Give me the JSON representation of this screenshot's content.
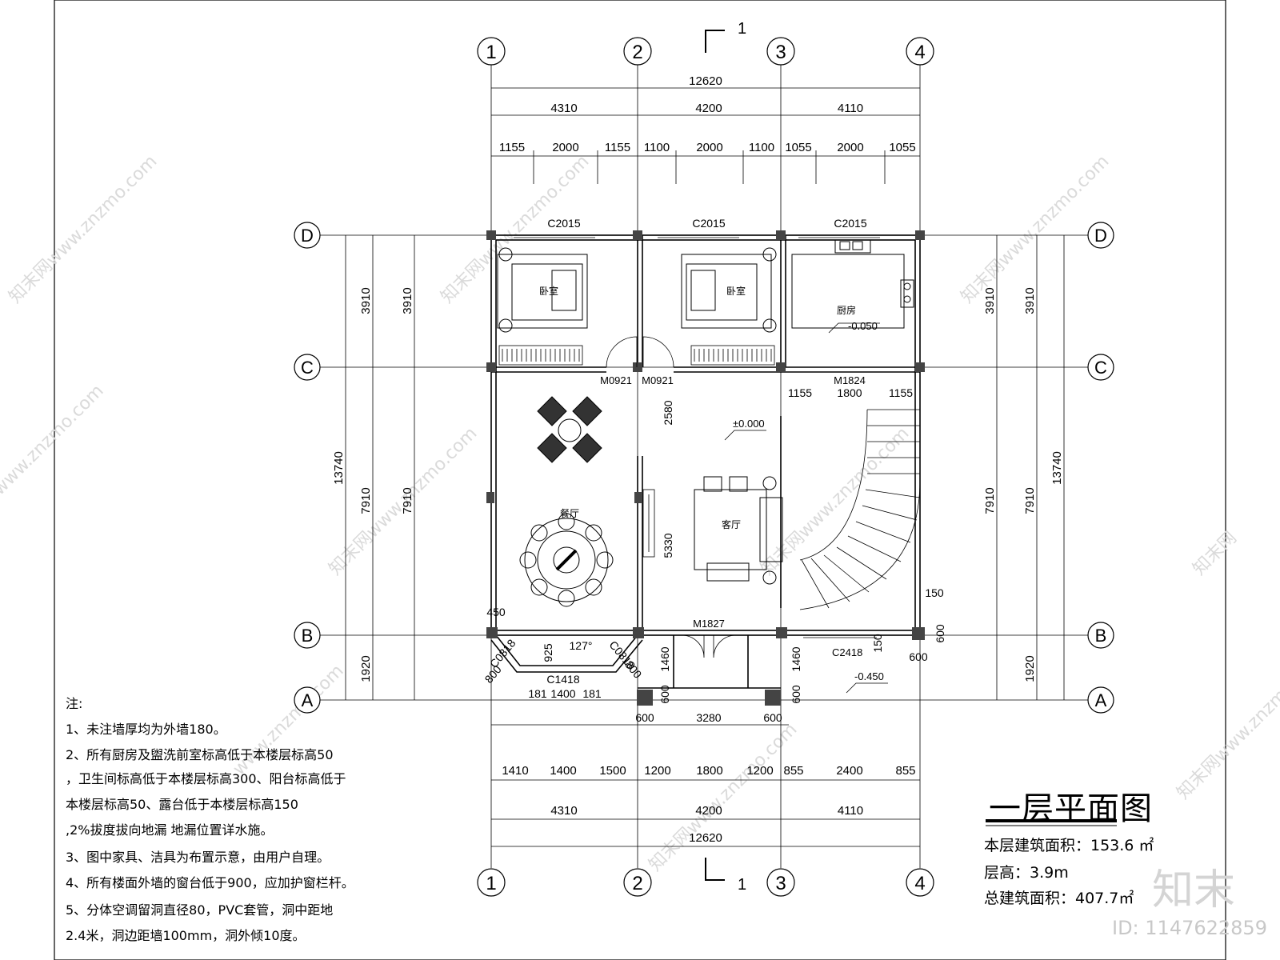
{
  "axes": {
    "columns": [
      "1",
      "2",
      "3",
      "4"
    ],
    "rows": [
      "D",
      "C",
      "B",
      "A"
    ]
  },
  "dims_top": {
    "total": "12620",
    "bays": [
      "4310",
      "4200",
      "4110"
    ],
    "openings": [
      "1155",
      "2000",
      "1155",
      "1100",
      "2000",
      "1100",
      "1055",
      "2000",
      "1055"
    ]
  },
  "dims_bottom": {
    "openings": [
      "1410",
      "1400",
      "1500",
      "1200",
      "1800",
      "1200",
      "855",
      "2400",
      "855"
    ],
    "bays": [
      "4310",
      "4200",
      "4110"
    ],
    "total": "12620"
  },
  "dims_side": {
    "total": "13740",
    "upper": "3910",
    "middle": "7910",
    "lower": "1920"
  },
  "section_mark": "1",
  "windows": {
    "c2015": "C2015",
    "c1418": "C1418",
    "c0818": "C0818",
    "c2418": "C2418"
  },
  "doors": {
    "m0921": "M0921",
    "m1824": "M1824",
    "m1827": "M1827"
  },
  "rooms": {
    "bedroom": "卧室",
    "kitchen": "厨房",
    "dining": "餐厅",
    "living": "客厅"
  },
  "levels": {
    "kitchen": "-0.050",
    "main": "±0.000",
    "porch": "-0.450"
  },
  "inner_dims": {
    "d2580": "2580",
    "d5330": "5330",
    "d1155": "1155",
    "d1800": "1800",
    "d150": "150",
    "d450": "450",
    "d925": "925",
    "angle": "127°",
    "d800": "800",
    "d181": "181",
    "d1400": "1400",
    "d1460": "1460",
    "d600": "600",
    "d3280": "3280"
  },
  "notes": [
    "注:",
    "1、未注墙厚均为外墙180。",
    "2、所有厨房及盥洗前室标高低于本楼层标高50",
    "，卫生间标高低于本楼层标高300、阳台标高低于",
    "本楼层标高50、露台低于本楼层标高150",
    ",2%拔度拔向地漏 地漏位置详水施。",
    "3、图中家具、洁具为布置示意，由用户自理。",
    "4、所有楼面外墙的窗台低于900，应加护窗栏杆。",
    "5、分体空调留洞直径80，PVC套管，洞中距地",
    "2.4米，洞边距墙100mm，洞外倾10度。"
  ],
  "title": "一层平面图",
  "info": [
    "本层建筑面积：153.6 ㎡",
    "层高：3.9m",
    "总建筑面积：407.7㎡"
  ],
  "watermark": {
    "logo": "知末",
    "id": "ID: 1147622859"
  }
}
